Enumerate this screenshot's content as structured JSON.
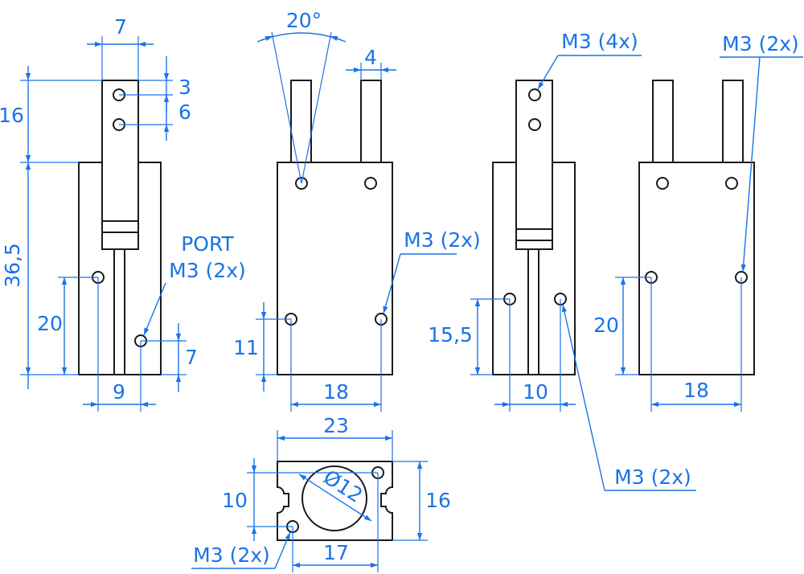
{
  "colors": {
    "outline": "#1a1a1a",
    "dimension": "#1a73e8",
    "background": "#ffffff"
  },
  "views": {
    "side_left": {
      "dim_7_top": "7",
      "dim_3": "3",
      "dim_6": "6",
      "dim_16": "16",
      "dim_36_5": "36,5",
      "dim_20": "20",
      "dim_7_right": "7",
      "dim_9": "9",
      "port_label": "PORT",
      "port_thread": "M3 (2x)"
    },
    "front_left": {
      "dim_20deg": "20°",
      "dim_4": "4",
      "dim_11": "11",
      "dim_18": "18",
      "m3_label": "M3 (2x)"
    },
    "side_right": {
      "m3_top_label": "M3 (4x)",
      "dim_15_5": "15,5",
      "dim_10": "10",
      "m3_bottom_label": "M3 (2x)"
    },
    "front_right": {
      "m3_label": "M3 (2x)",
      "dim_20": "20",
      "dim_18": "18"
    },
    "bottom": {
      "dim_23": "23",
      "dim_dia12": "Ø12",
      "dim_10": "10",
      "dim_16": "16",
      "dim_17": "17",
      "m3_label": "M3 (2x)"
    }
  }
}
